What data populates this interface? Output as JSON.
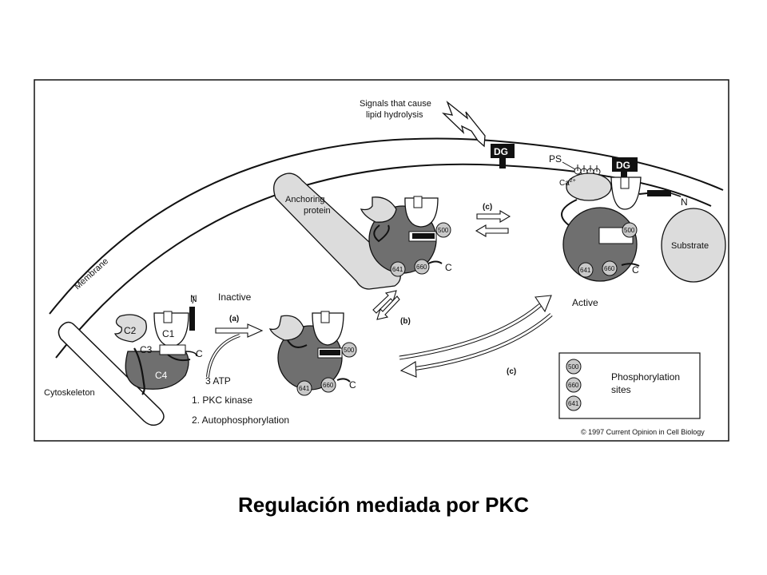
{
  "caption": "Regulación mediada por PKC",
  "labels": {
    "signals_line1": "Signals that cause",
    "signals_line2": "lipid hydrolysis",
    "dg": "DG",
    "ps": "PS",
    "ca": "Ca",
    "ca_sup": "2+",
    "n": "N",
    "c": "C",
    "substrate": "Substrate",
    "active": "Active",
    "inactive": "Inactive",
    "membrane": "Membrane",
    "cytoskeleton": "Cytoskeleton",
    "anchoring_line1": "Anchoring",
    "anchoring_line2": "protein",
    "step_a": "(a)",
    "step_b": "(b)",
    "step_c": "(c)",
    "atp": "3 ATP",
    "pkc_kinase": "1.  PKC kinase",
    "autophos": "2.  Autophosphorylation",
    "c1": "C1",
    "c2": "C2",
    "c3": "C3",
    "c4": "C4",
    "phos_line1": "Phosphorylation",
    "phos_line2": "sites",
    "copyright": "© 1997 Current Opinion in Cell Biology"
  },
  "sites": [
    "500",
    "660",
    "641"
  ],
  "colors": {
    "dark_gray": "#6f6f6f",
    "light_gray": "#dcdcdc",
    "site_gray": "#c9c9c9",
    "black": "#111111",
    "caption": "#000000"
  }
}
